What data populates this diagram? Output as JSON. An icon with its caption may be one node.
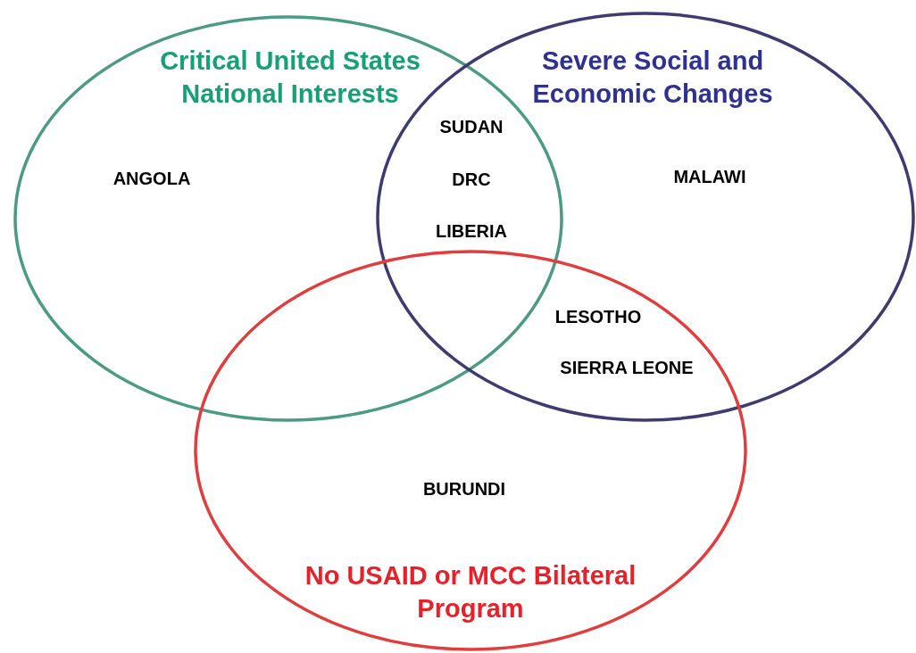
{
  "diagram": {
    "nodes": [
      {
        "text": [
          "Critical United States National Interests"
        ]
      },
      {
        "text": [
          "Severe Social and Economic Changes"
        ]
      },
      {
        "text": [
          "No USAID or MCC Bilateral Program"
        ]
      }
    ],
    "labels": [
      "SUDAN",
      "ANGOLA",
      "DRC",
      "MALAWI",
      "LIBERIA",
      "LESOTHO",
      "SIERRA LEONE",
      "BURUNDI"
    ]
  }
}
